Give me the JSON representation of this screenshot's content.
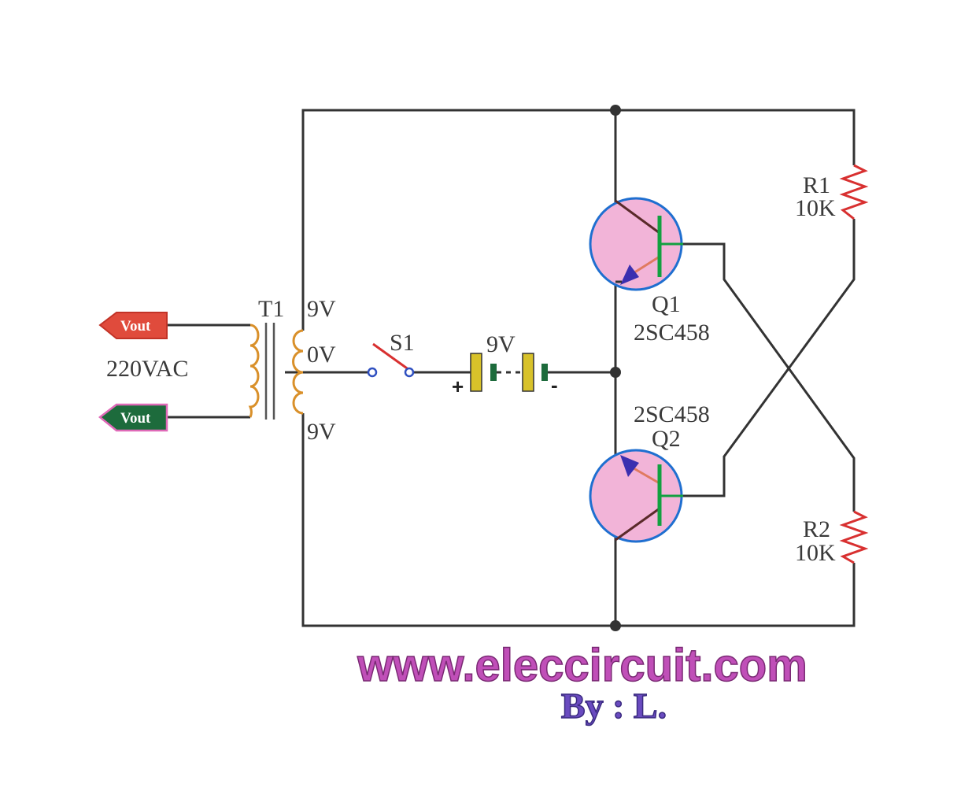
{
  "labels": {
    "transformer": "T1",
    "tap_top": "9V",
    "tap_center": "0V",
    "tap_bottom": "9V",
    "input_voltage": "220VAC",
    "terminal_top": "Vout",
    "terminal_bottom": "Vout",
    "switch": "S1",
    "battery": "9V",
    "battery_plus": "+",
    "battery_minus": "-",
    "q1_name": "Q1",
    "q1_part": "2SC458",
    "q2_part": "2SC458",
    "q2_name": "Q2",
    "r1_name": "R1",
    "r1_value": "10K",
    "r2_name": "R2",
    "r2_value": "10K"
  },
  "watermark": {
    "website": "www.eleccircuit.com",
    "byline": "By : L."
  },
  "colors": {
    "wire": "#333333",
    "coil": "#d9902a",
    "transistor_fill": "#f2b4d8",
    "transistor_ring": "#1f6fd0",
    "base_bar": "#12a040",
    "emitter_arrow": "#3b2fb0",
    "terminal_top": "#e04b3c",
    "terminal_bottom": "#1d6b3c",
    "battery_cell": "#d8c22a",
    "website_text": "#c04fb8",
    "byline_text": "#6a4bc0"
  }
}
